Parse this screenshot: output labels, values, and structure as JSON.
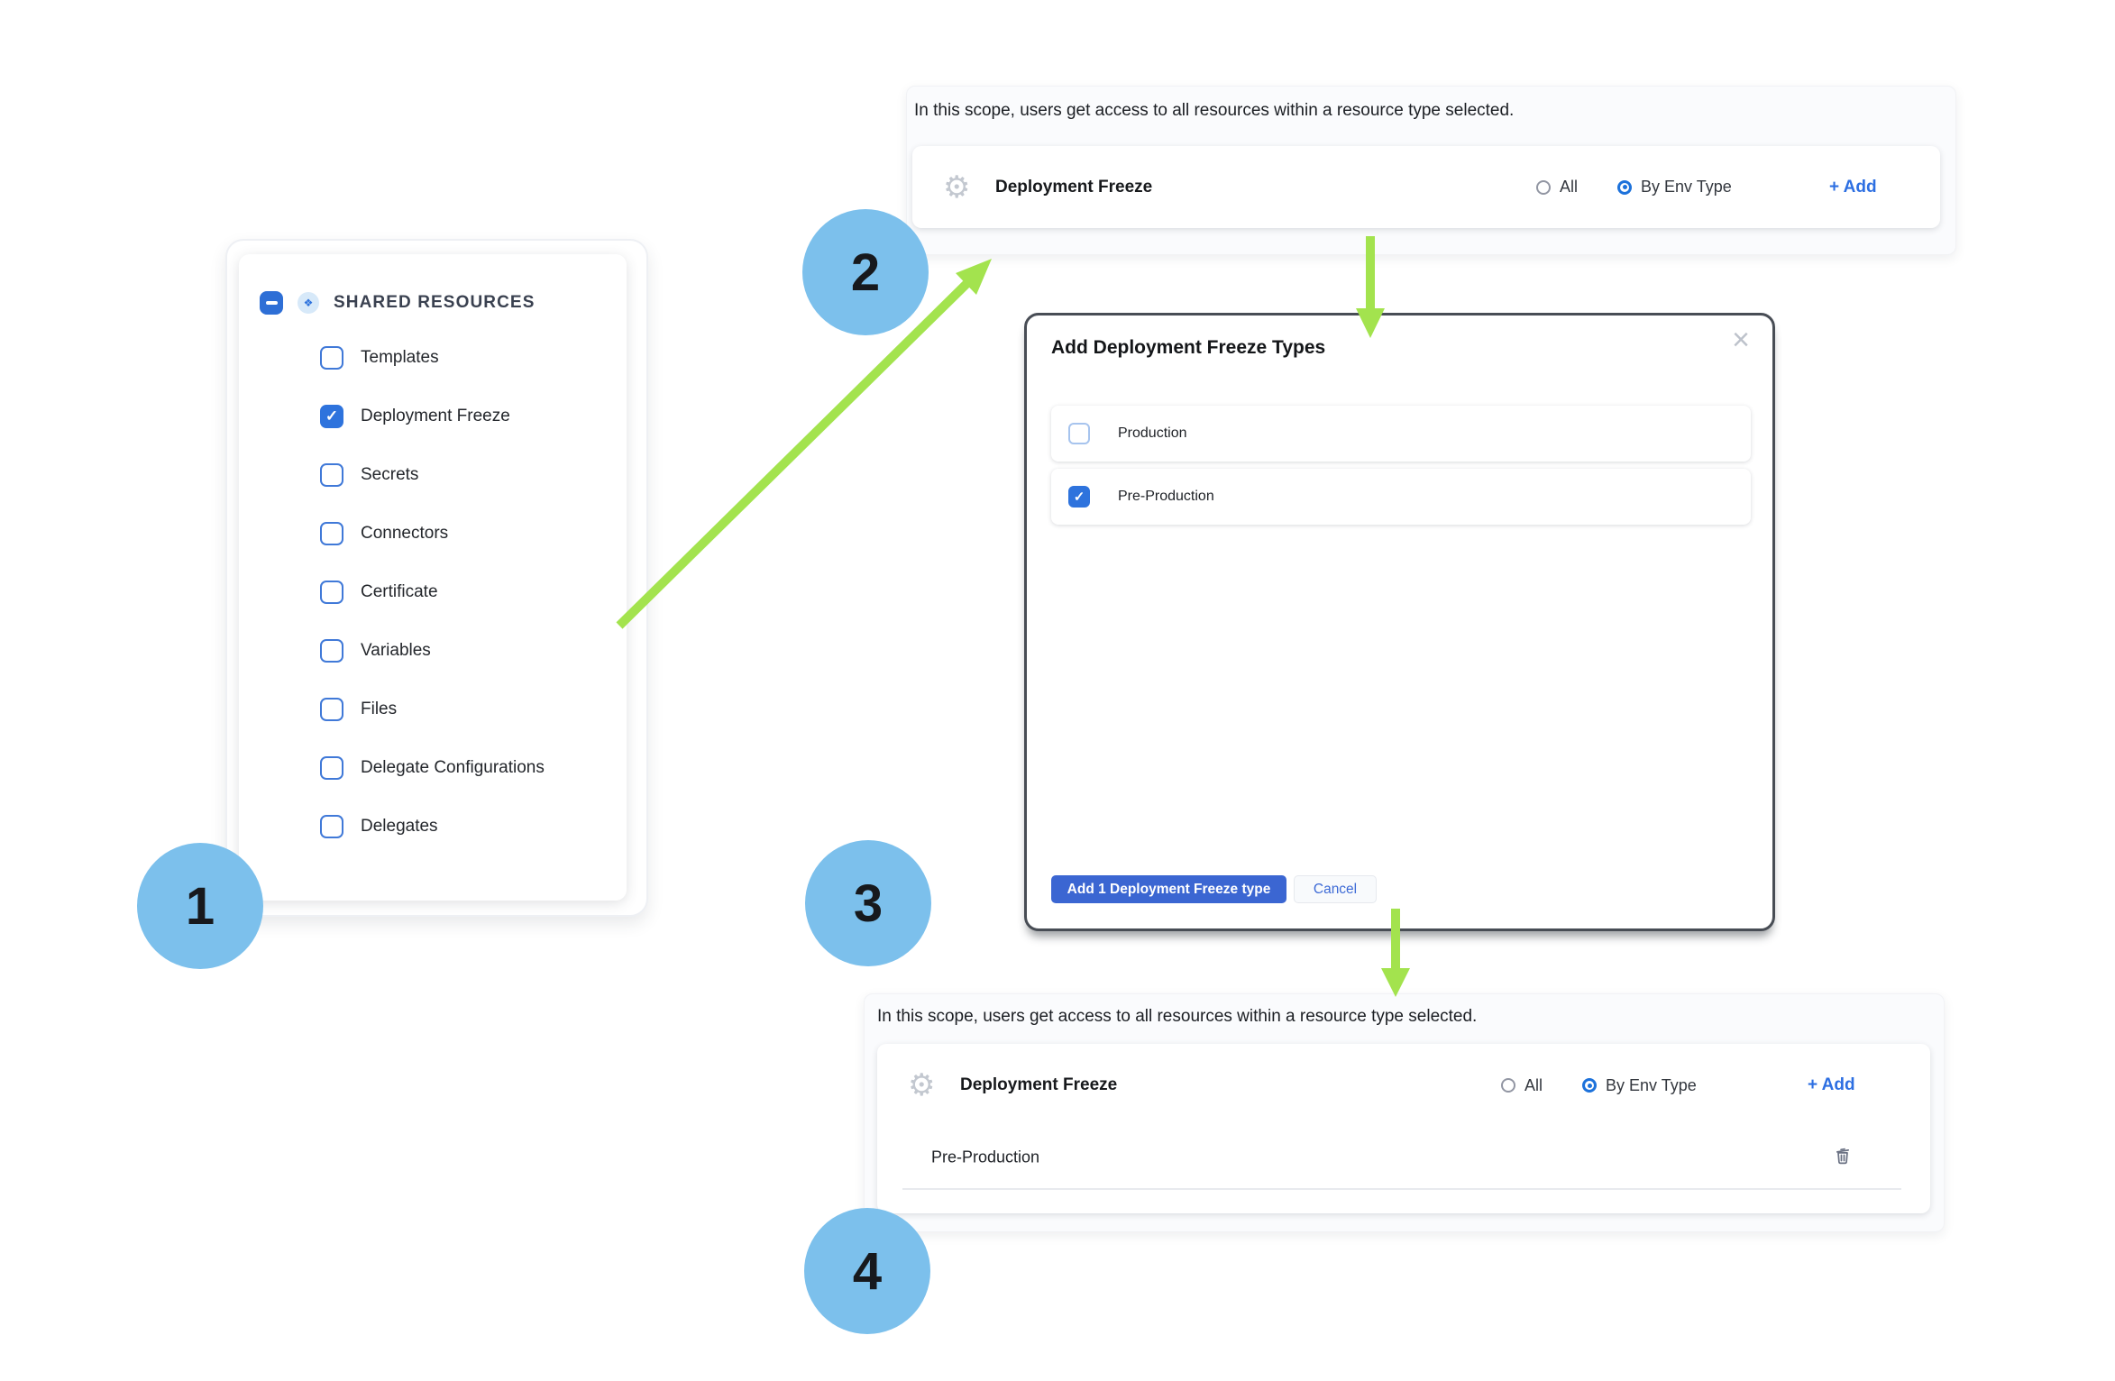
{
  "colors": {
    "accent_blue": "#2e73dd",
    "link_blue": "#2d6fe2",
    "button_blue": "#3b66d2",
    "step_circle_blue": "#7cc0ec",
    "arrow_green": "#a3e34e",
    "modal_border": "#484d55"
  },
  "icons": {
    "gear": "⚙",
    "close": "×",
    "shared_resources": "❖",
    "checkmark": "✓"
  },
  "steps": {
    "one": "1",
    "two": "2",
    "three": "3",
    "four": "4"
  },
  "sidebar": {
    "title": "SHARED RESOURCES",
    "items": [
      {
        "label": "Templates",
        "checked": false
      },
      {
        "label": "Deployment Freeze",
        "checked": true
      },
      {
        "label": "Secrets",
        "checked": false
      },
      {
        "label": "Connectors",
        "checked": false
      },
      {
        "label": "Certificate",
        "checked": false
      },
      {
        "label": "Variables",
        "checked": false
      },
      {
        "label": "Files",
        "checked": false
      },
      {
        "label": "Delegate Configurations",
        "checked": false
      },
      {
        "label": "Delegates",
        "checked": false
      }
    ]
  },
  "scope_panel_top": {
    "description": "In this scope, users get access to all resources within a resource type selected.",
    "resource_label": "Deployment Freeze",
    "radio_all": "All",
    "radio_by_env": "By Env Type",
    "selected_radio": "By Env Type",
    "add_label": "+ Add"
  },
  "modal": {
    "title": "Add Deployment Freeze Types",
    "options": [
      {
        "label": "Production",
        "checked": false
      },
      {
        "label": "Pre-Production",
        "checked": true
      }
    ],
    "confirm_label": "Add 1 Deployment Freeze type",
    "cancel_label": "Cancel"
  },
  "scope_panel_bottom": {
    "description": "In this scope, users get access to all resources within a resource type selected.",
    "resource_label": "Deployment Freeze",
    "radio_all": "All",
    "radio_by_env": "By Env Type",
    "selected_radio": "By Env Type",
    "add_label": "+ Add",
    "env_row_label": "Pre-Production"
  }
}
